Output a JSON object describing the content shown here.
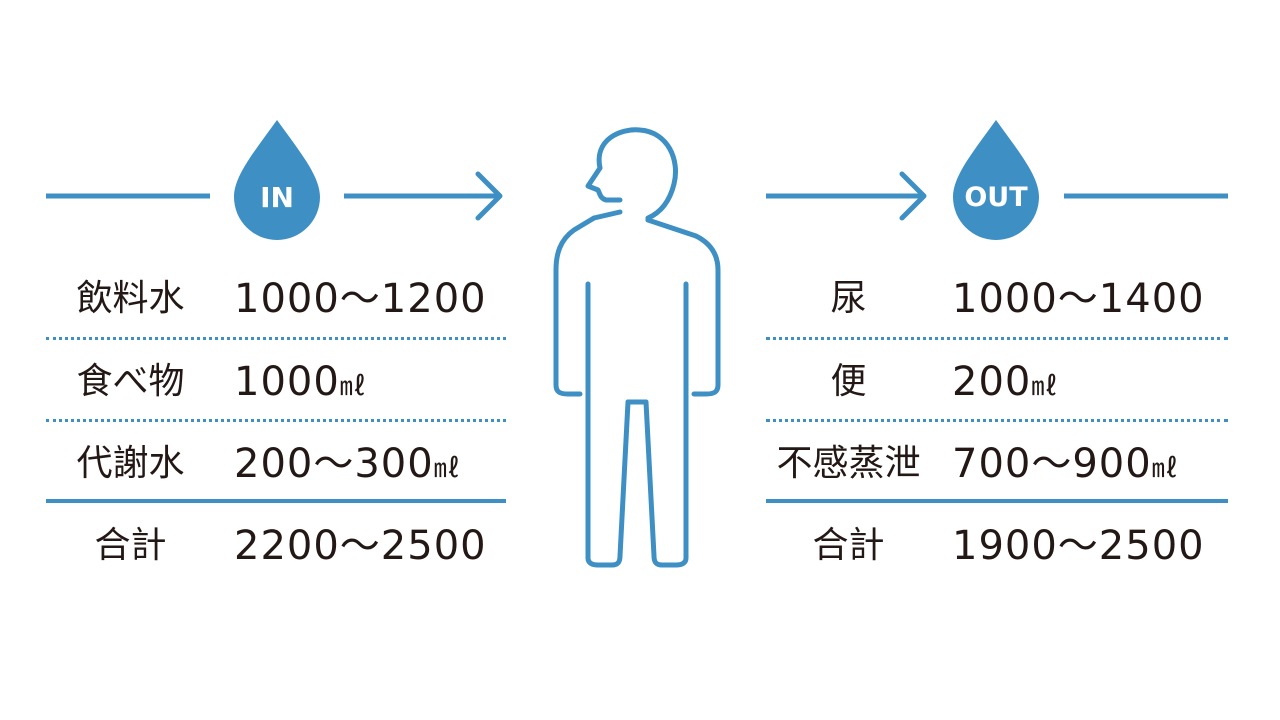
{
  "colors": {
    "accent": "#3d8fc4",
    "text": "#231815"
  },
  "in": {
    "badge": "IN",
    "rows": [
      {
        "label": "飲料水",
        "value": "1000～1200",
        "unit": ""
      },
      {
        "label": "食べ物",
        "value": "1000",
        "unit": "㎖"
      },
      {
        "label": "代謝水",
        "value": "200～300",
        "unit": "㎖"
      }
    ],
    "total": {
      "label": "合計",
      "value": "2200～2500"
    }
  },
  "out": {
    "badge": "OUT",
    "rows": [
      {
        "label": "尿",
        "value": "1000～1400",
        "unit": ""
      },
      {
        "label": "便",
        "value": "200",
        "unit": "㎖"
      },
      {
        "label": "不感蒸泄",
        "value": "700～900",
        "unit": "㎖"
      }
    ],
    "total": {
      "label": "合計",
      "value": "1900～2500"
    }
  },
  "icons": {
    "drop": "water-drop-icon",
    "person": "person-icon",
    "arrow": "arrow-right-icon"
  }
}
